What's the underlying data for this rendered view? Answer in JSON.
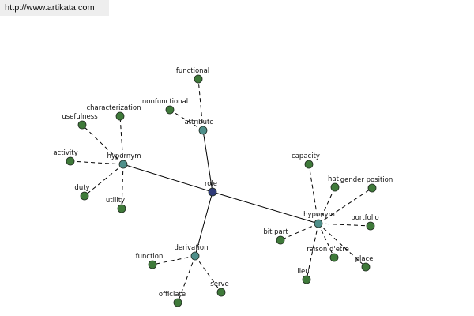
{
  "banner": {
    "url": "http://www.artikata.com"
  },
  "colors": {
    "center": "#2e3a78",
    "hub": "#4f8f8a",
    "leaf": "#3f7a3a",
    "stroke": "#1f2a1f"
  },
  "graph": {
    "center": {
      "id": "role",
      "label": "role"
    },
    "hubs": [
      {
        "id": "attribute",
        "label": "attribute"
      },
      {
        "id": "hypernym",
        "label": "hypernym"
      },
      {
        "id": "hyponym",
        "label": "hyponym"
      },
      {
        "id": "derivation",
        "label": "derivation"
      }
    ],
    "leaves": [
      {
        "id": "functional",
        "label": "functional",
        "hub": "attribute"
      },
      {
        "id": "nonfunctional",
        "label": "nonfunctional",
        "hub": "attribute"
      },
      {
        "id": "usefulness",
        "label": "usefulness",
        "hub": "hypernym"
      },
      {
        "id": "characterization",
        "label": "characterization",
        "hub": "hypernym"
      },
      {
        "id": "activity",
        "label": "activity",
        "hub": "hypernym"
      },
      {
        "id": "duty",
        "label": "duty",
        "hub": "hypernym"
      },
      {
        "id": "utility",
        "label": "utility",
        "hub": "hypernym"
      },
      {
        "id": "capacity",
        "label": "capacity",
        "hub": "hyponym"
      },
      {
        "id": "hat",
        "label": "hat",
        "hub": "hyponym"
      },
      {
        "id": "gender-position",
        "label": "gender position",
        "hub": "hyponym"
      },
      {
        "id": "portfolio",
        "label": "portfolio",
        "hub": "hyponym"
      },
      {
        "id": "bit-part",
        "label": "bit part",
        "hub": "hyponym"
      },
      {
        "id": "raison-detre",
        "label": "raison d'etre",
        "hub": "hyponym"
      },
      {
        "id": "place",
        "label": "place",
        "hub": "hyponym"
      },
      {
        "id": "lieu",
        "label": "lieu",
        "hub": "hyponym"
      },
      {
        "id": "function",
        "label": "function",
        "hub": "derivation"
      },
      {
        "id": "officiate",
        "label": "officiate",
        "hub": "derivation"
      },
      {
        "id": "serve",
        "label": "serve",
        "hub": "derivation"
      }
    ]
  }
}
